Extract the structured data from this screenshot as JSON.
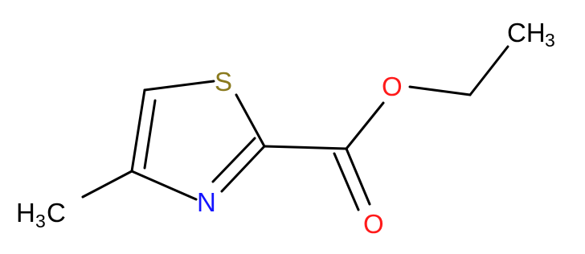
{
  "molecule": {
    "atoms": {
      "S": {
        "symbol": "S",
        "color": "#8a7a1e"
      },
      "N": {
        "symbol": "N",
        "color": "#1414ff"
      },
      "O_ester": {
        "symbol": "O",
        "color": "#ff1a1a"
      },
      "O_carbonyl": {
        "symbol": "O",
        "color": "#ff1a1a"
      },
      "CH3_ethyl": {
        "main": "CH",
        "sub": "3",
        "color": "#000000"
      },
      "H3C_methyl": {
        "main": "H",
        "sub": "3",
        "tail": "C",
        "color": "#000000"
      }
    },
    "bond_color": "#000000"
  }
}
